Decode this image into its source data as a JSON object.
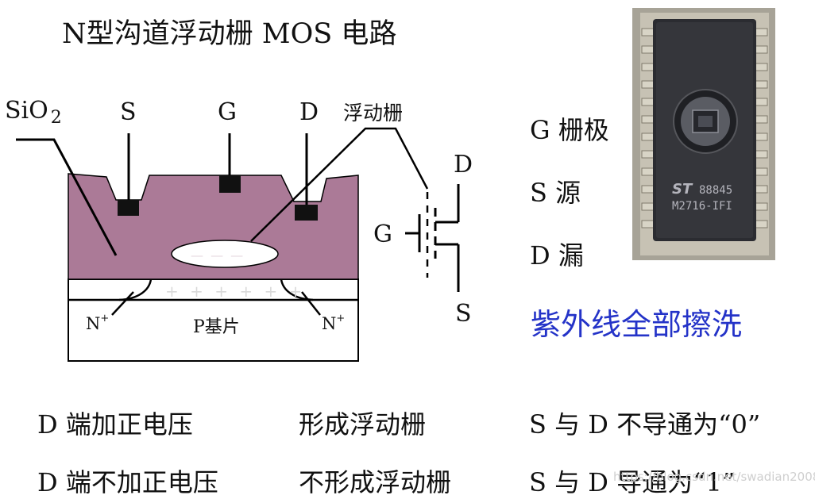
{
  "title": "N型沟道浮动栅 MOS 电路",
  "cross_section": {
    "sio2_main": "SiO",
    "sio2_sub": "2",
    "source": "S",
    "gate": "G",
    "drain": "D",
    "floating_gate": "浮动栅",
    "n_left": "N",
    "n_left_sup": "+",
    "substrate": "P基片",
    "n_right": "N",
    "n_right_sup": "+",
    "plus_charges": "+ + + + + +",
    "minus_charges": "— — —"
  },
  "symbol": {
    "drain": "D",
    "gate": "G",
    "source": "S"
  },
  "legend": [
    {
      "text": "G 栅极"
    },
    {
      "text": "S  源"
    },
    {
      "text": "D 漏"
    }
  ],
  "uv_erase": "紫外线全部擦洗",
  "chip": {
    "logo": "ST",
    "code1": "88845",
    "code2": "M2716-IFI"
  },
  "rows": [
    {
      "condition": "D 端加正电压",
      "result": "形成浮动栅",
      "state": "S 与 D 不导通为“0”"
    },
    {
      "condition": "D 端不加正电压",
      "result": "不形成浮动栅",
      "state": "S 与 D 导通为“1”"
    }
  ],
  "watermark": "https://blog.csdn.net/swadian2008",
  "colors": {
    "oxide": "#ab7a97",
    "uv_text": "#2433c8",
    "metal": "#111111"
  }
}
